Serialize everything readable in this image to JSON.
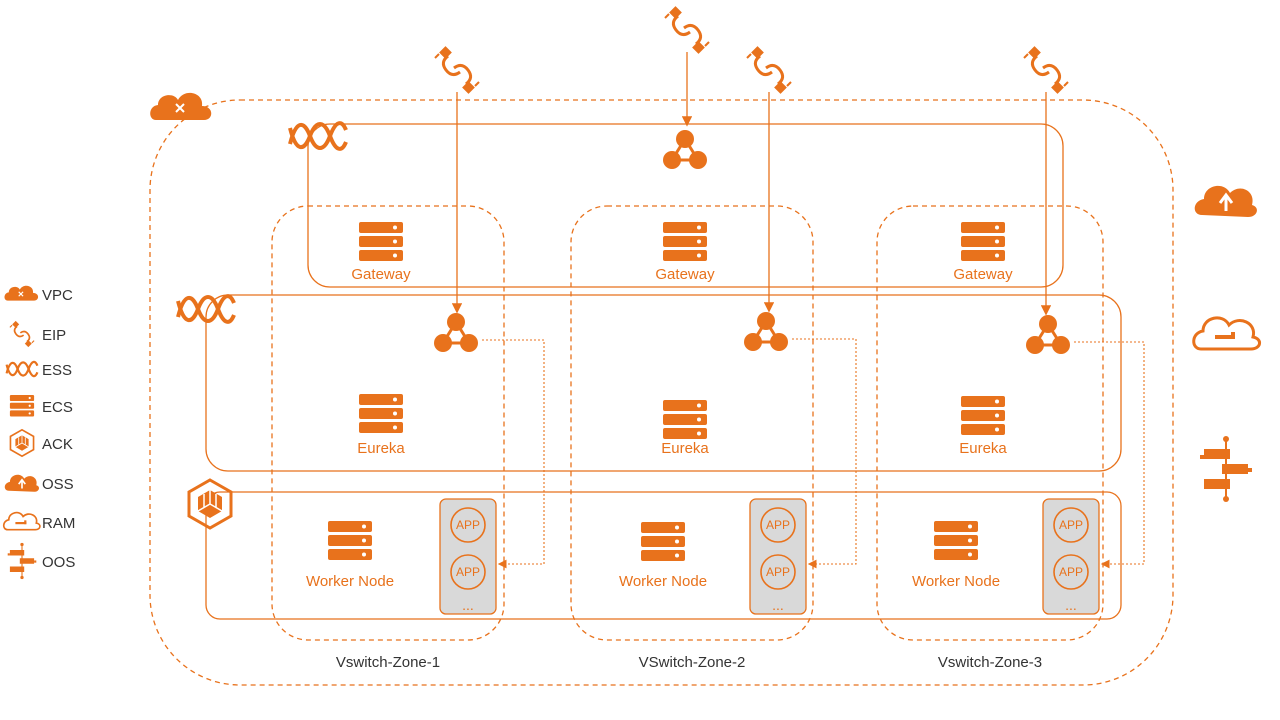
{
  "colors": {
    "accent": "#e8721c",
    "app_panel": "#d9d9d9",
    "text": "#333333"
  },
  "legend": [
    {
      "icon": "vpc-icon",
      "label": "VPC"
    },
    {
      "icon": "eip-icon",
      "label": "EIP"
    },
    {
      "icon": "ess-icon",
      "label": "ESS"
    },
    {
      "icon": "ecs-icon",
      "label": "ECS"
    },
    {
      "icon": "ack-icon",
      "label": "ACK"
    },
    {
      "icon": "oss-icon",
      "label": "OSS"
    },
    {
      "icon": "ram-icon",
      "label": "RAM"
    },
    {
      "icon": "oos-icon",
      "label": "OOS"
    }
  ],
  "zones": [
    {
      "label": "Vswitch-Zone-1",
      "gateway": "Gateway",
      "eureka": "Eureka",
      "worker": "Worker Node",
      "apps": [
        "APP",
        "APP"
      ],
      "more": "..."
    },
    {
      "label": "VSwitch-Zone-2",
      "gateway": "Gateway",
      "eureka": "Eureka",
      "worker": "Worker Node",
      "apps": [
        "APP",
        "APP"
      ],
      "more": "..."
    },
    {
      "label": "Vswitch-Zone-3",
      "gateway": "Gateway",
      "eureka": "Eureka",
      "worker": "Worker Node",
      "apps": [
        "APP",
        "APP"
      ],
      "more": "..."
    }
  ],
  "side_icons": [
    "oss-icon",
    "ram-icon",
    "oos-icon"
  ]
}
